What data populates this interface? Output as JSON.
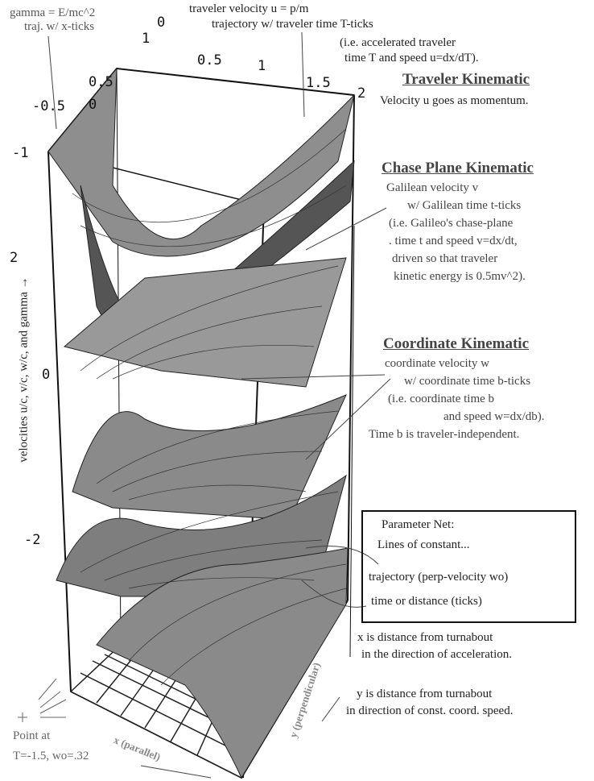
{
  "annotations": {
    "gamma": [
      "gamma = E/mc^2",
      "traj. w/ x-ticks"
    ],
    "traveler_velocity": [
      "traveler velocity u  = p/m",
      "trajectory w/ traveler time T-ticks",
      "(i.e. accelerated traveler",
      "time T and speed u=dx/dT)."
    ],
    "traveler_heading": "Traveler Kinematic",
    "traveler_note": "Velocity u goes as momentum.",
    "chase_heading": "Chase Plane Kinematic",
    "chase_lines": [
      "Galilean velocity v",
      "w/ Galilean time t-ticks",
      "(i.e. Galileo's chase-plane",
      ".   time t and speed v=dx/dt,",
      "driven so that traveler",
      "kinetic energy is 0.5mv^2)."
    ],
    "coord_heading": "Coordinate Kinematic",
    "coord_lines": [
      "coordinate velocity w",
      "w/ coordinate time b-ticks",
      "(i.e. coordinate time b",
      "and speed w=dx/db).",
      "Time b is traveler-independent."
    ],
    "legend": {
      "title": "Parameter Net:",
      "subtitle": "Lines of constant...",
      "item1": "trajectory (perp-velocity wo)",
      "item2": "time or distance (ticks)"
    },
    "x_note": [
      "x is distance from turnabout",
      "in the direction of acceleration."
    ],
    "y_note": [
      "y is distance from turnabout",
      "in direction of const. coord. speed."
    ],
    "point_note": [
      "Point at",
      "T=-1.5, wo=.32"
    ]
  },
  "axes": {
    "vertical_label": "velocities u/c, v/c, w/c, and gamma →",
    "vertical_ticks": [
      "-1",
      "2",
      "0",
      "-2"
    ],
    "top_ticks_left": [
      "1",
      "0.5",
      "0",
      "-0.5"
    ],
    "top_ticks_right": [
      "0",
      "0.5",
      "1",
      "1.5",
      "2"
    ],
    "x_label": "x (parallel)",
    "y_label": "y (perpendicular)"
  },
  "colors": {
    "surface": "#8a8a8a",
    "surface_dark": "#4a4a4a",
    "grid": "#222222",
    "text": "#222222"
  }
}
